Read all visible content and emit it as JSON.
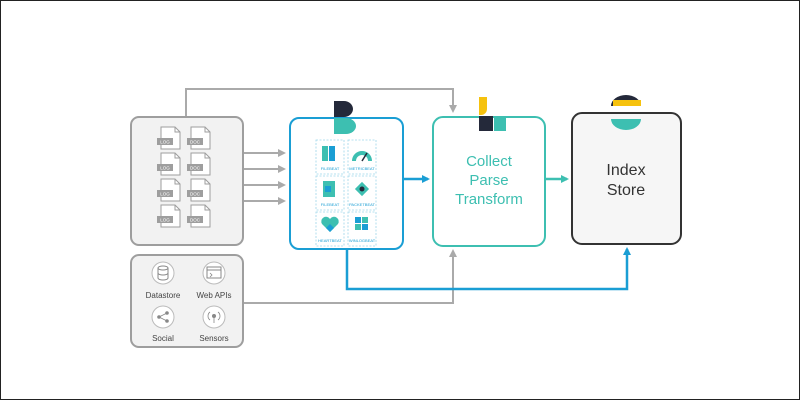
{
  "colors": {
    "grey_stroke": "#9e9e9e",
    "grey_fill": "#f2f2f2",
    "grey_arrow": "#aaaaaa",
    "blue": "#1a9ed4",
    "teal": "#3dbfb1",
    "dark": "#333333",
    "yellow": "#f6c20e",
    "pink": "#e8478b",
    "navy": "#24293a"
  },
  "beats": [
    {
      "label": "FILEBEAT",
      "icon": "book-icon"
    },
    {
      "label": "METRICBEAT",
      "icon": "gauge-icon"
    },
    {
      "label": "FILEBEAT",
      "icon": "file-icon"
    },
    {
      "label": "PACKETBEAT",
      "icon": "network-icon"
    },
    {
      "label": "HEARTBEAT",
      "icon": "heart-icon"
    },
    {
      "label": "WINLOGBEAT",
      "icon": "windows-icon"
    }
  ],
  "files": [
    "LOG",
    "DOC",
    "LOG",
    "DOC",
    "LOG",
    "DOC",
    "LOG",
    "DOC"
  ],
  "sources": [
    {
      "label": "Datastore",
      "icon": "database-icon"
    },
    {
      "label": "Web APIs",
      "icon": "browser-icon"
    },
    {
      "label": "Social",
      "icon": "share-icon"
    },
    {
      "label": "Sensors",
      "icon": "sensor-icon"
    }
  ],
  "logstash": {
    "line1": "Collect",
    "line2": "Parse",
    "line3": "Transform"
  },
  "elasticsearch": {
    "line1": "Index",
    "line2": "Store"
  }
}
